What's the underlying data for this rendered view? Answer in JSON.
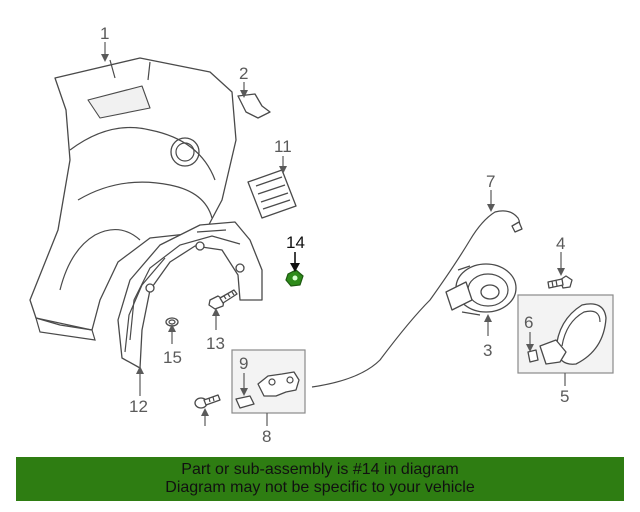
{
  "callouts": {
    "c1": "1",
    "c2": "2",
    "c3": "3",
    "c4": "4",
    "c5": "5",
    "c6": "6",
    "c7": "7",
    "c8": "8",
    "c9": "9",
    "c11": "11",
    "c12": "12",
    "c13": "13",
    "c14": "14",
    "c15": "15"
  },
  "highlighted_part": "14",
  "banner": {
    "line1": "Part or sub-assembly is #14 in diagram",
    "line2": "Diagram may not be specific to your vehicle"
  },
  "colors": {
    "banner_bg": "#2e7d12",
    "highlight_part": "#2e8b1a"
  }
}
